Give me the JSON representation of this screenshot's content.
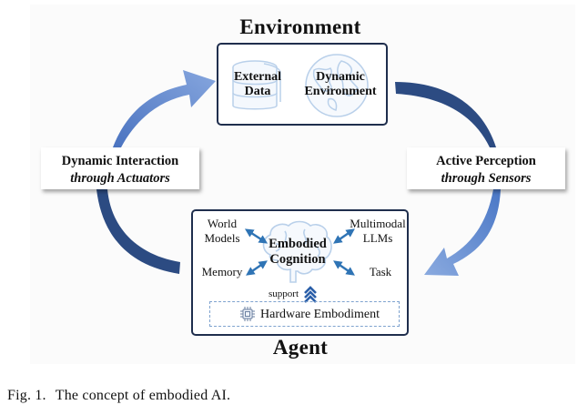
{
  "figure": {
    "environment": {
      "title": "Environment",
      "items": [
        {
          "label_line1": "External",
          "label_line2": "Data",
          "icon": "database-icon"
        },
        {
          "label_line1": "Dynamic",
          "label_line2": "Environment",
          "icon": "globe-icon"
        }
      ]
    },
    "agent": {
      "title": "Agent",
      "core": {
        "line1": "Embodied",
        "line2": "Cognition",
        "icon": "brain-icon"
      },
      "modules": [
        {
          "line1": "World",
          "line2": "Models"
        },
        {
          "line1": "Multimodal",
          "line2": "LLMs"
        },
        {
          "line1": "Memory",
          "line2": ""
        },
        {
          "line1": "Task",
          "line2": ""
        }
      ],
      "support_label": "support",
      "hardware_label": "Hardware Embodiment"
    },
    "left_callout": {
      "line1": "Dynamic Interaction",
      "line2": "through Actuators"
    },
    "right_callout": {
      "line1": "Active Perception",
      "line2": "through Sensors"
    },
    "colors": {
      "dark_navy": "#2a4a7f",
      "light_blue": "#6e95d4",
      "box_border": "#1f2e4d",
      "icon_outline": "#b9d0ea",
      "arrow_blue": "#2f74b5"
    }
  },
  "caption": {
    "label": "Fig. 1.",
    "text": "The concept of embodied AI."
  }
}
